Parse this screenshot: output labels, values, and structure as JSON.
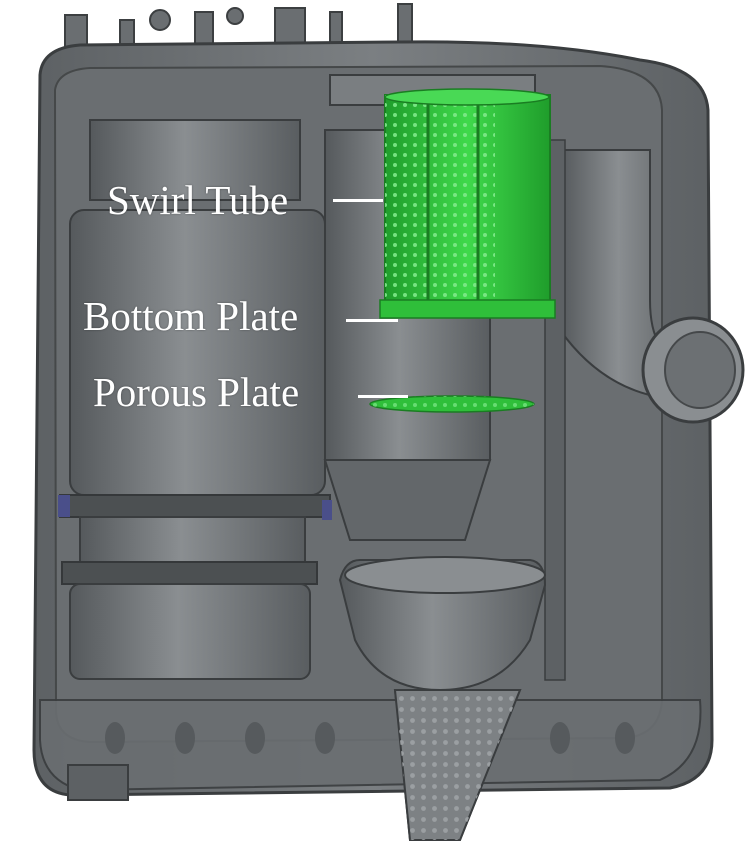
{
  "diagram": {
    "labels": {
      "swirl_tube": "Swirl Tube",
      "bottom_plate": "Bottom Plate",
      "porous_plate": "Porous Plate"
    },
    "colors": {
      "housing": "#6e7275",
      "housing_dark": "#4f5356",
      "housing_light": "#8e9295",
      "highlight_green": "#2fbf3a",
      "label_text": "#ffffff"
    }
  }
}
